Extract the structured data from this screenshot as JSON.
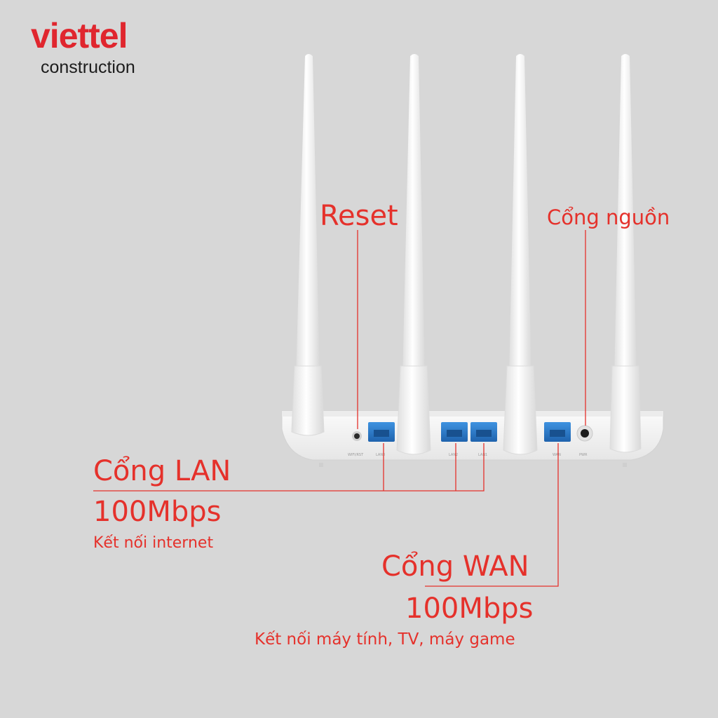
{
  "brand": {
    "name": "viettel",
    "sub": "construction",
    "color": "#e0262e"
  },
  "callouts": {
    "reset": "Reset",
    "power": "Cổng nguồn",
    "lan_title": "Cổng LAN",
    "lan_speed": "100Mbps",
    "lan_desc": "Kết nối internet",
    "wan_title": "Cổng WAN",
    "wan_speed": "100Mbps",
    "wan_desc": "Kết nối máy tính, TV, máy game",
    "color": "#e5312b"
  },
  "router": {
    "port_labels": {
      "wifi_rst": "WIFI/RST",
      "lan3": "LAN3",
      "lan2": "LAN2",
      "lan1": "LAN1",
      "wan": "WAN",
      "pwr": "PWR"
    },
    "port_color": "#2c7fd0",
    "body_color": "#f4f4f4"
  }
}
